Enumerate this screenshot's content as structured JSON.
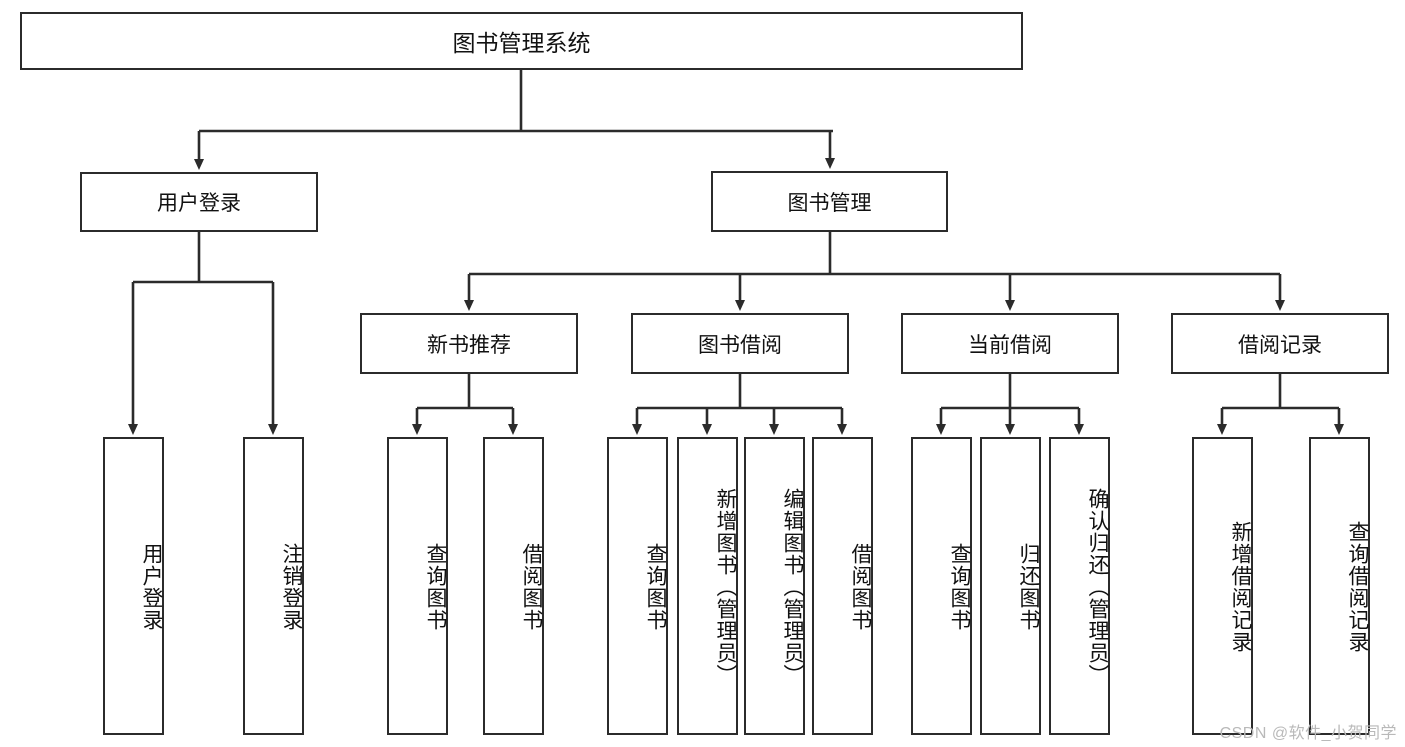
{
  "diagram": {
    "title": "图书管理系统",
    "type": "tree-hierarchy",
    "stroke_color": "#2b2b2b",
    "fill_color": "#ffffff",
    "text_color": "#111111"
  },
  "root": {
    "label": "图书管理系统"
  },
  "level2": [
    {
      "label": "用户登录"
    },
    {
      "label": "图书管理"
    }
  ],
  "level3": [
    {
      "label": "新书推荐"
    },
    {
      "label": "图书借阅"
    },
    {
      "label": "当前借阅"
    },
    {
      "label": "借阅记录"
    }
  ],
  "leaves": {
    "user_login": [
      {
        "label": "用户登录"
      },
      {
        "label": "注销登录"
      }
    ],
    "new_book_recommend": [
      {
        "label": "查询图书"
      },
      {
        "label": "借阅图书"
      }
    ],
    "book_borrow": [
      {
        "label": "查询图书"
      },
      {
        "label": "新增图书（管理员）"
      },
      {
        "label": "编辑图书（管理员）"
      },
      {
        "label": "借阅图书"
      }
    ],
    "current_borrow": [
      {
        "label": "查询图书"
      },
      {
        "label": "归还图书"
      },
      {
        "label": "确认归还（管理员）"
      }
    ],
    "borrow_record": [
      {
        "label": "新增借阅记录"
      },
      {
        "label": "查询借阅记录"
      }
    ]
  },
  "watermark": {
    "text": "CSDN @软件_小贺同学"
  }
}
